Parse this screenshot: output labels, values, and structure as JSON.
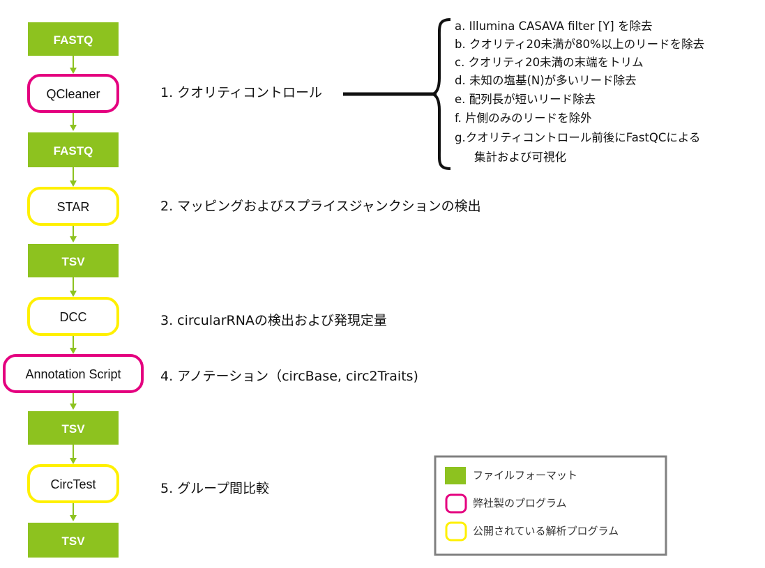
{
  "nodes": [
    {
      "id": "fastq1",
      "kind": "file",
      "label": "FASTQ"
    },
    {
      "id": "qcleaner",
      "kind": "inhouse",
      "label": "QCleaner"
    },
    {
      "id": "fastq2",
      "kind": "file",
      "label": "FASTQ"
    },
    {
      "id": "star",
      "kind": "public",
      "label": "STAR"
    },
    {
      "id": "tsv1",
      "kind": "file",
      "label": "TSV"
    },
    {
      "id": "dcc",
      "kind": "public",
      "label": "DCC"
    },
    {
      "id": "annotation",
      "kind": "inhouse",
      "label": "Annotation Script"
    },
    {
      "id": "tsv2",
      "kind": "file",
      "label": "TSV"
    },
    {
      "id": "circtest",
      "kind": "public",
      "label": "CircTest"
    },
    {
      "id": "tsv3",
      "kind": "file",
      "label": "TSV"
    }
  ],
  "steps": [
    "1. クオリティコントロール",
    "2. マッピングおよびスプライスジャンクションの検出",
    "3. circularRNAの検出および発現定量",
    "4. アノテーション（circBase, circ2Traits)",
    "5. グループ間比較"
  ],
  "qc_details": [
    "a. Illumina CASAVA filter [Y] を除去",
    "b. クオリティ20未満が80%以上のリードを除去",
    "c. クオリティ20未満の末端をトリム",
    "d. 未知の塩基(N)が多いリード除去",
    "e. 配列長が短いリード除去",
    "f. 片側のみのリードを除外",
    "g.クオリティコントロール前後にFastQCによる",
    "集計および可視化"
  ],
  "legend": {
    "file_format": "ファイルフォーマット",
    "inhouse_program": "弊社製のプログラム",
    "public_program": "公開されている解析プログラム"
  },
  "colors": {
    "file": "#8dc21f",
    "inhouse": "#e4007f",
    "public": "#fff000",
    "arrow": "#8dc21f",
    "legend_border": "#808080"
  }
}
